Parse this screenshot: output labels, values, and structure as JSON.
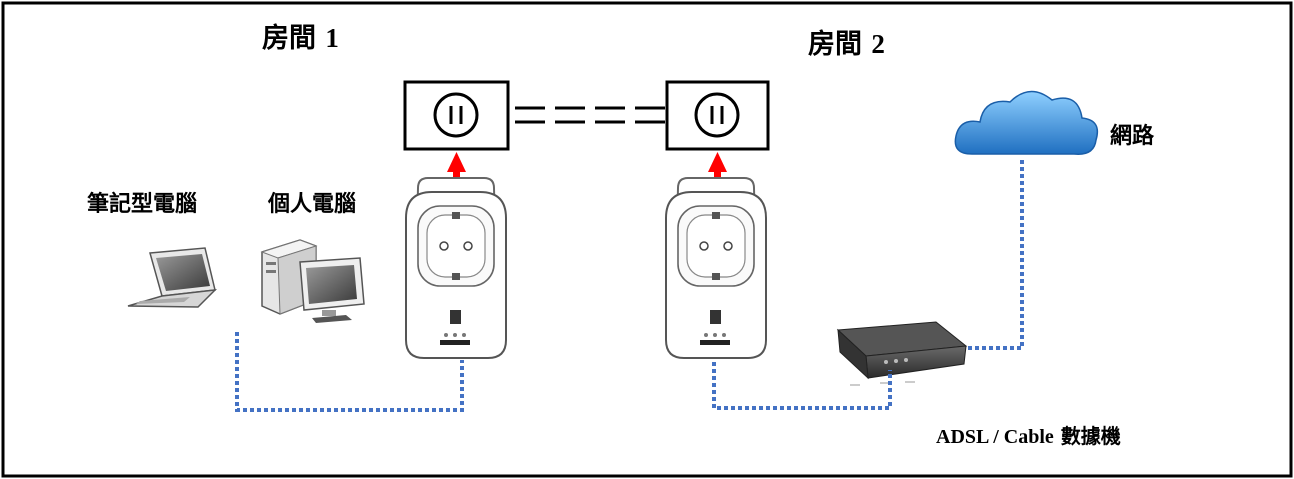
{
  "rooms": [
    {
      "name": "房間",
      "number": "1"
    },
    {
      "name": "房間",
      "number": "2"
    }
  ],
  "devices": {
    "laptop": "筆記型電腦",
    "desktop": "個人電腦",
    "internet": "網路",
    "modem_prefix": "ADSL / Cable",
    "modem_suffix": "數據機"
  },
  "icons": {
    "outlet": "wall-outlet-icon",
    "adapter": "powerline-adapter-icon",
    "laptop": "laptop-icon",
    "desktop": "desktop-pc-icon",
    "cloud": "internet-cloud-icon",
    "modem": "modem-icon"
  },
  "colors": {
    "ethernet_line": "#4472c4",
    "power_arrow": "#ff0000",
    "cloud": "#3a8fd8",
    "border": "#000000"
  }
}
